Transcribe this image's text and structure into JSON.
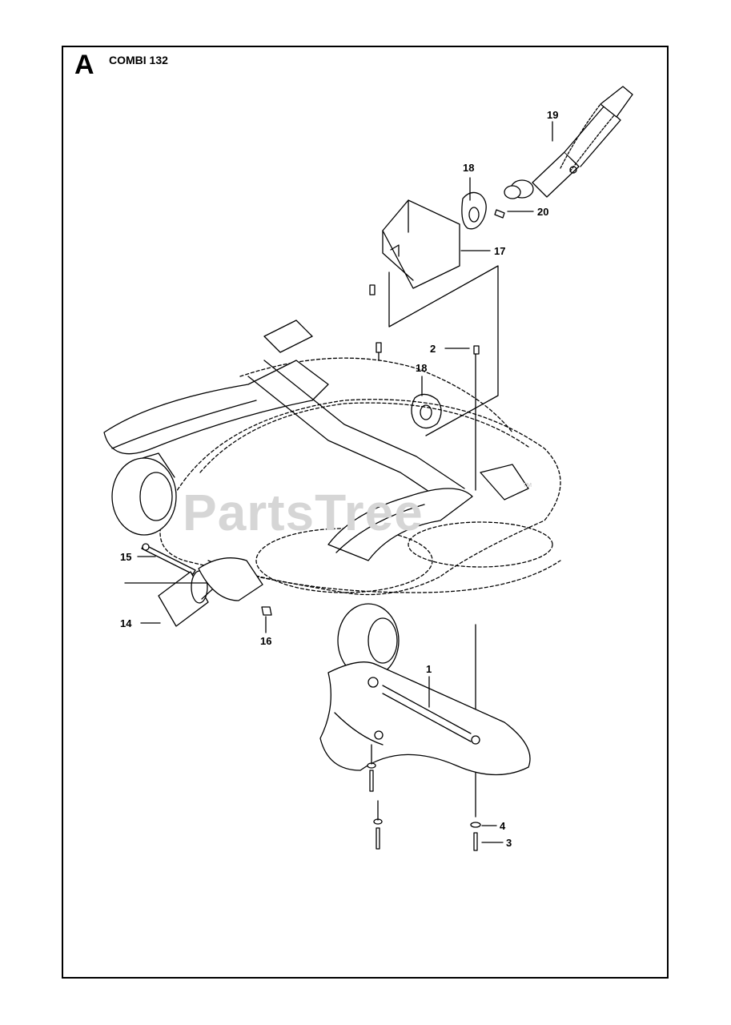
{
  "header": {
    "section_letter": "A",
    "model": "COMBI 132"
  },
  "watermark": {
    "text": "PartsTree",
    "trademark": "™"
  },
  "callouts": {
    "c1": "1",
    "c2": "2",
    "c3": "3",
    "c4": "4",
    "c14": "14",
    "c15": "15",
    "c16": "16",
    "c17": "17",
    "c18a": "18",
    "c18b": "18",
    "c19": "19",
    "c20": "20"
  },
  "colors": {
    "line": "#000000",
    "watermark": "#d6d6d6"
  }
}
